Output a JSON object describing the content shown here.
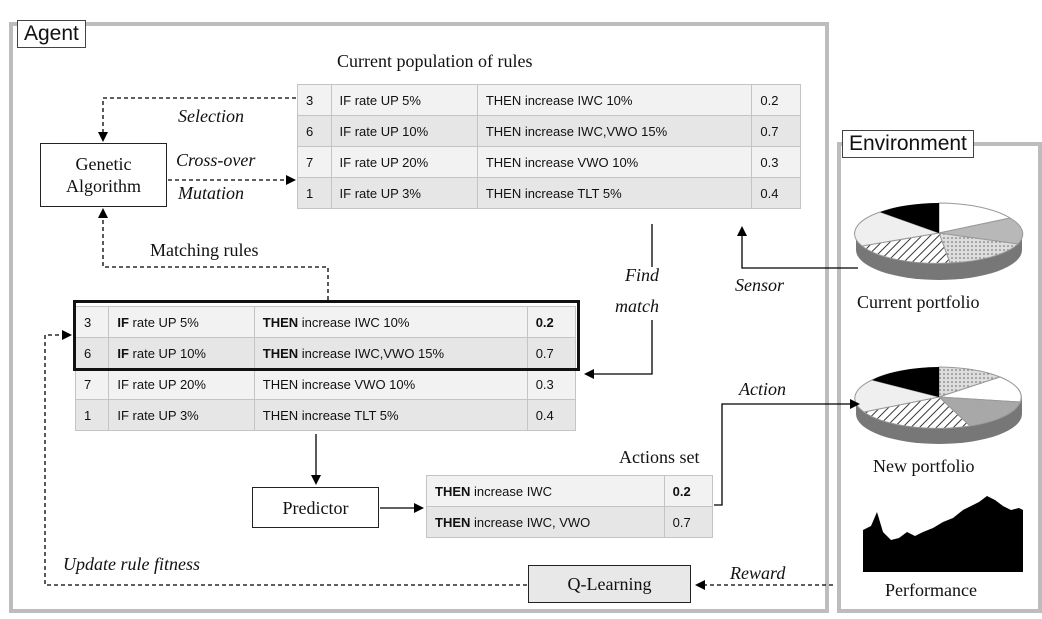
{
  "agent": {
    "label": "Agent",
    "population_title": "Current population of rules",
    "population_rules": [
      {
        "id": "3",
        "condition": "IF rate UP 5%",
        "action": "THEN increase  IWC 10%",
        "fitness": "0.2"
      },
      {
        "id": "6",
        "condition": "IF rate UP 10%",
        "action": "THEN increase  IWC,VWO 15%",
        "fitness": "0.7"
      },
      {
        "id": "7",
        "condition": "IF rate UP 20%",
        "action": "THEN increase  VWO 10%",
        "fitness": "0.3"
      },
      {
        "id": "1",
        "condition": "IF rate UP 3%",
        "action": "THEN increase  TLT 5%",
        "fitness": "0.4"
      }
    ],
    "ga_label_line1": "Genetic",
    "ga_label_line2": "Algorithm",
    "selection_label": "Selection",
    "crossover_label": "Cross-over",
    "mutation_label": "Mutation",
    "matching_rules_label": "Matching rules",
    "find_match_line1": "Find",
    "find_match_line2": "match",
    "sensor_label": "Sensor",
    "matched_rules": [
      {
        "id": "3",
        "if_kw": "IF",
        "condition": " rate UP 5%",
        "then_kw": "THEN",
        "action": " increase IWC 10%",
        "fitness": "0.2"
      },
      {
        "id": "6",
        "if_kw": "IF",
        "condition": " rate UP 10%",
        "then_kw": "THEN",
        "action": " increase IWC,VWO 15%",
        "fitness": "0.7"
      }
    ],
    "unmatched_rules": [
      {
        "id": "7",
        "condition": "IF rate UP 20%",
        "action": "THEN increase  VWO 10%",
        "fitness": "0.3"
      },
      {
        "id": "1",
        "condition": "IF rate UP 3%",
        "action": "THEN increase  TLT 5%",
        "fitness": "0.4"
      }
    ],
    "predictor_label": "Predictor",
    "actions_set_title": "Actions set",
    "actions": [
      {
        "then_kw": "THEN",
        "action": " increase IWC",
        "value": "0.2"
      },
      {
        "then_kw": "THEN",
        "action": " increase IWC, VWO",
        "value": "0.7"
      }
    ],
    "action_label": "Action",
    "update_label": "Update rule fitness",
    "qlearning_label": "Q-Learning",
    "reward_label": "Reward"
  },
  "environment": {
    "label": "Environment",
    "current_portfolio_label": "Current portfolio",
    "new_portfolio_label": "New portfolio",
    "performance_label": "Performance"
  },
  "colors": {
    "panel_border": "#bdbdbd",
    "row_light": "#f2f2f2",
    "row_dark": "#e6e6e6",
    "qlearning_fill": "#e8e8e8",
    "dark_fill": "#000000"
  }
}
